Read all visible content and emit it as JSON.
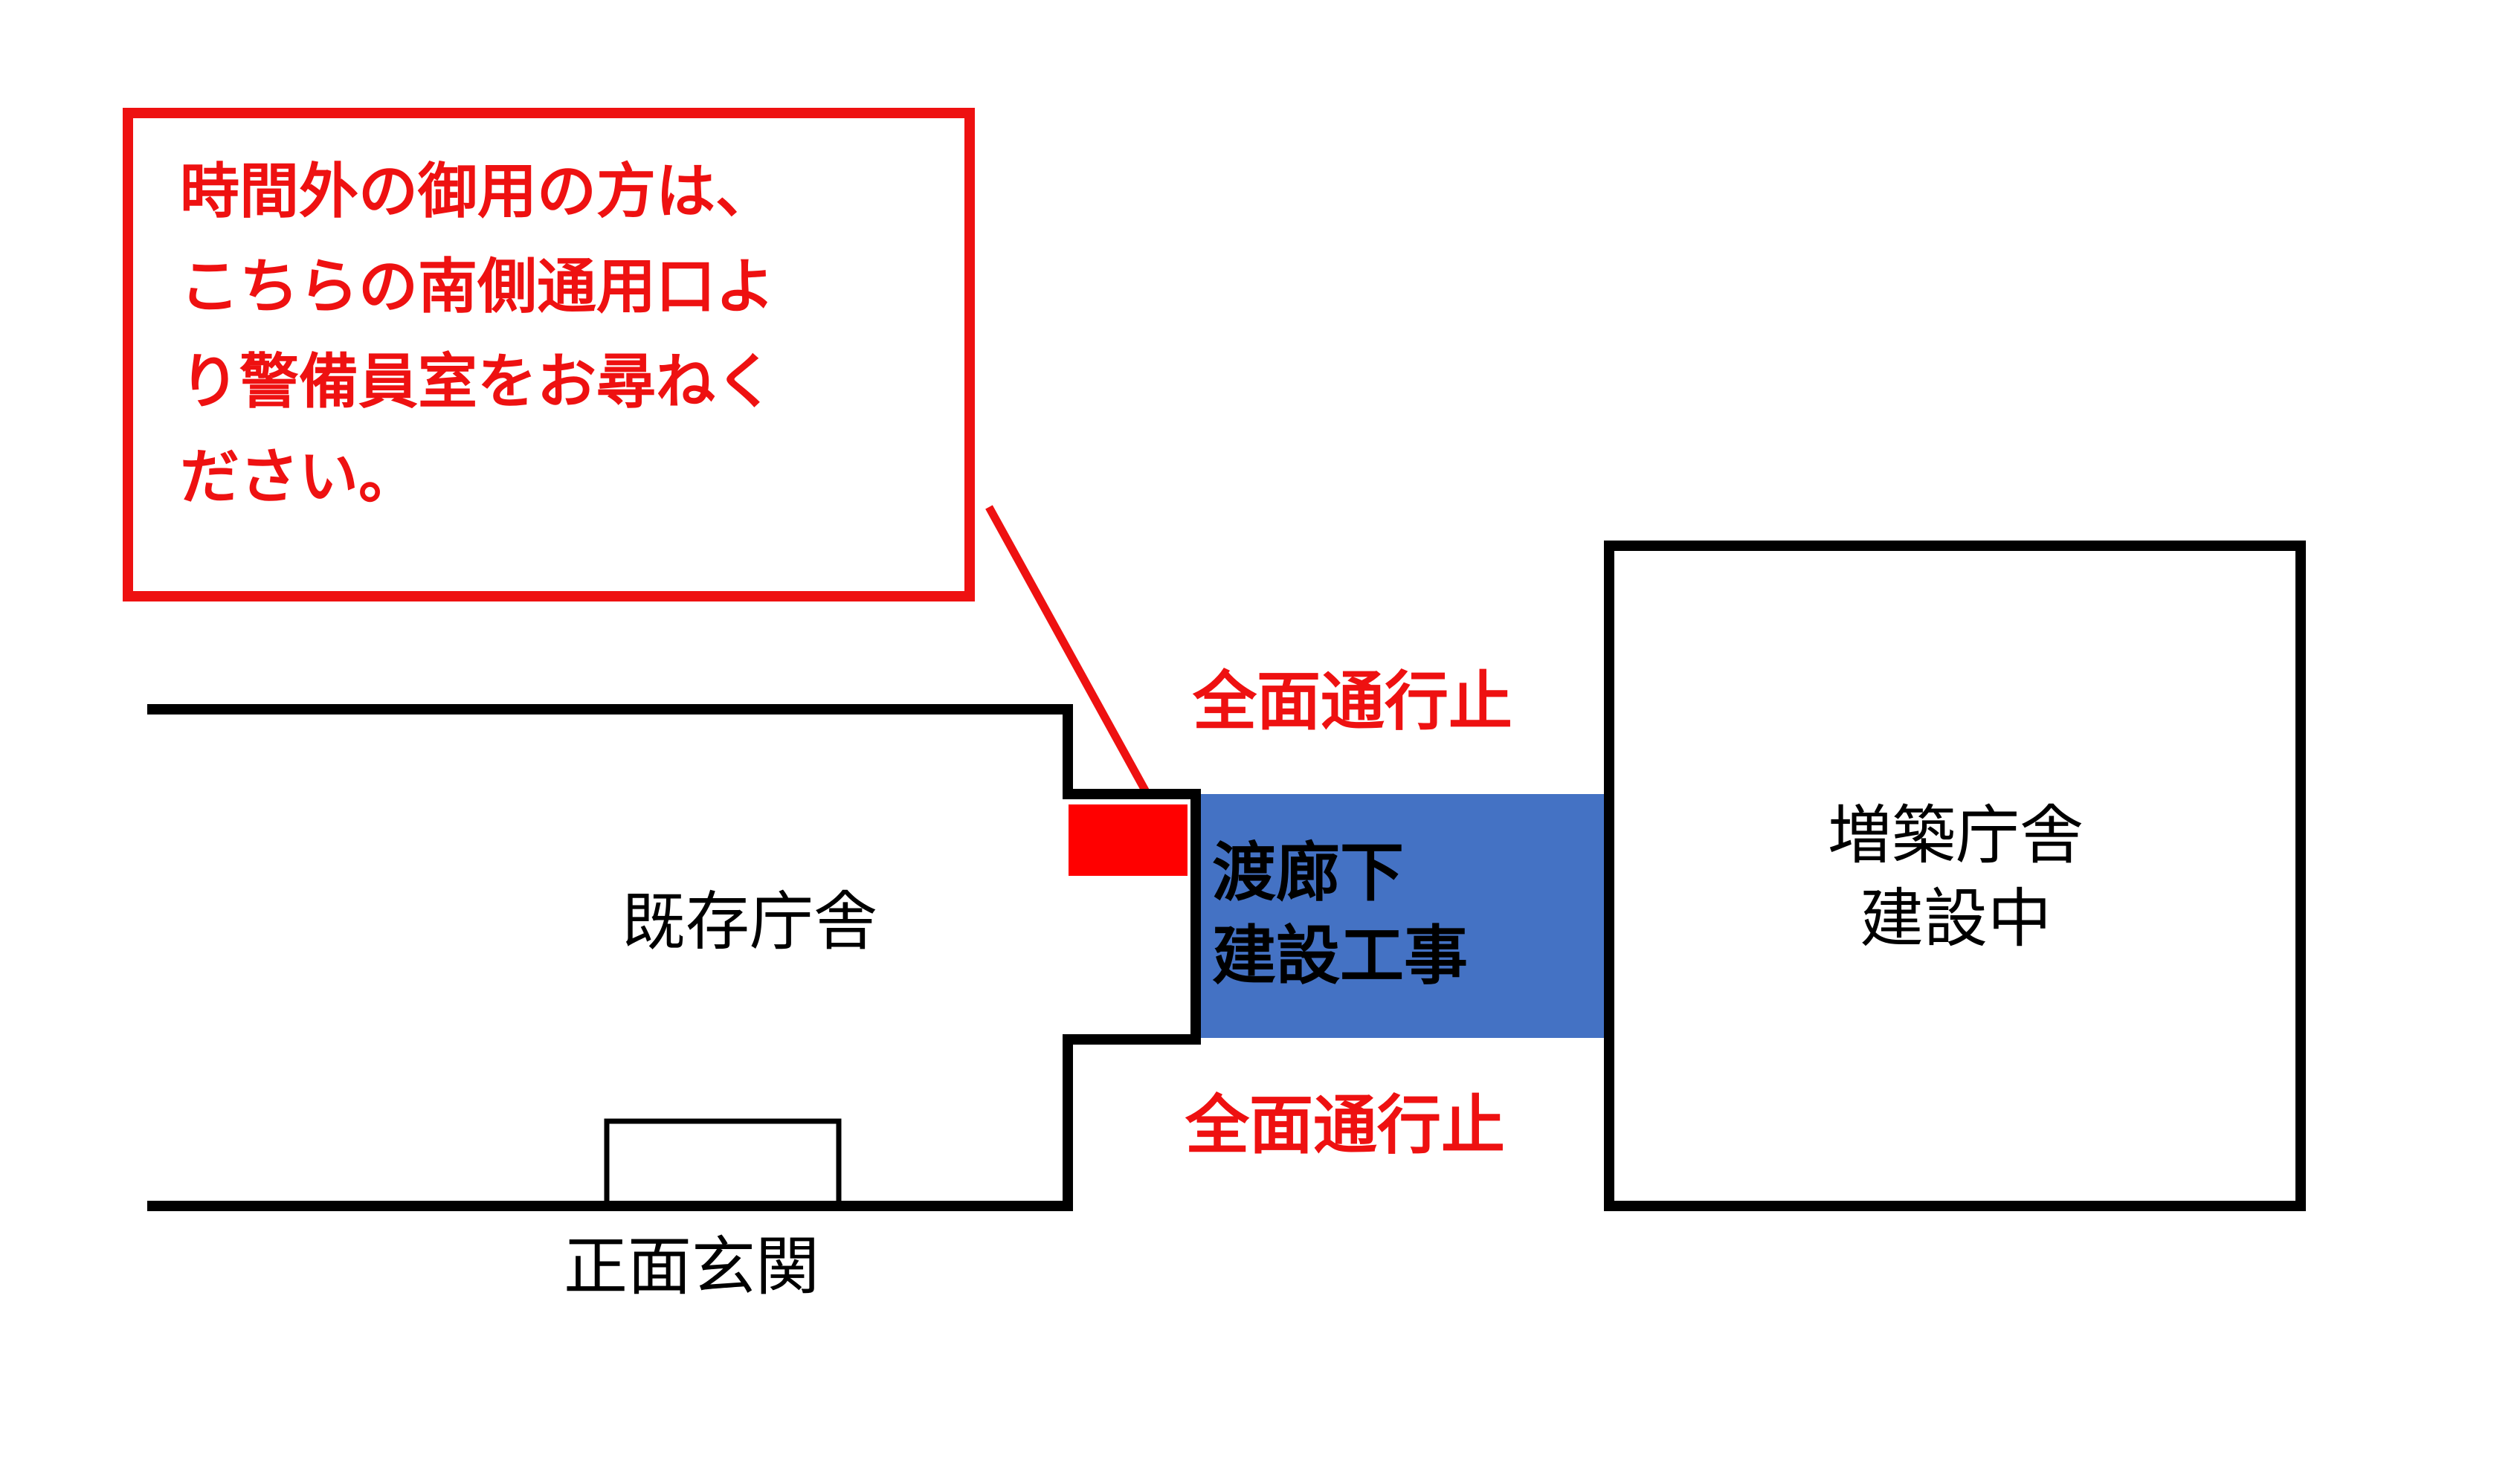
{
  "notice": {
    "lines": [
      "時間外の御用の方は、",
      "こちらの南側通用口よ",
      "り警備員室をお尋ねく",
      "ださい。"
    ]
  },
  "closed_label_top": "全面通行止",
  "closed_label_bottom": "全面通行止",
  "corridor": {
    "lines": [
      "渡廊下",
      "建設工事"
    ]
  },
  "existing_building": "既存庁舎",
  "main_entrance": "正面玄関",
  "annex": {
    "lines": [
      "増築庁舎",
      "建設中"
    ]
  },
  "colors": {
    "notice_red": "#ee1111",
    "corridor_blue": "#4472c4",
    "outline": "#000000"
  }
}
